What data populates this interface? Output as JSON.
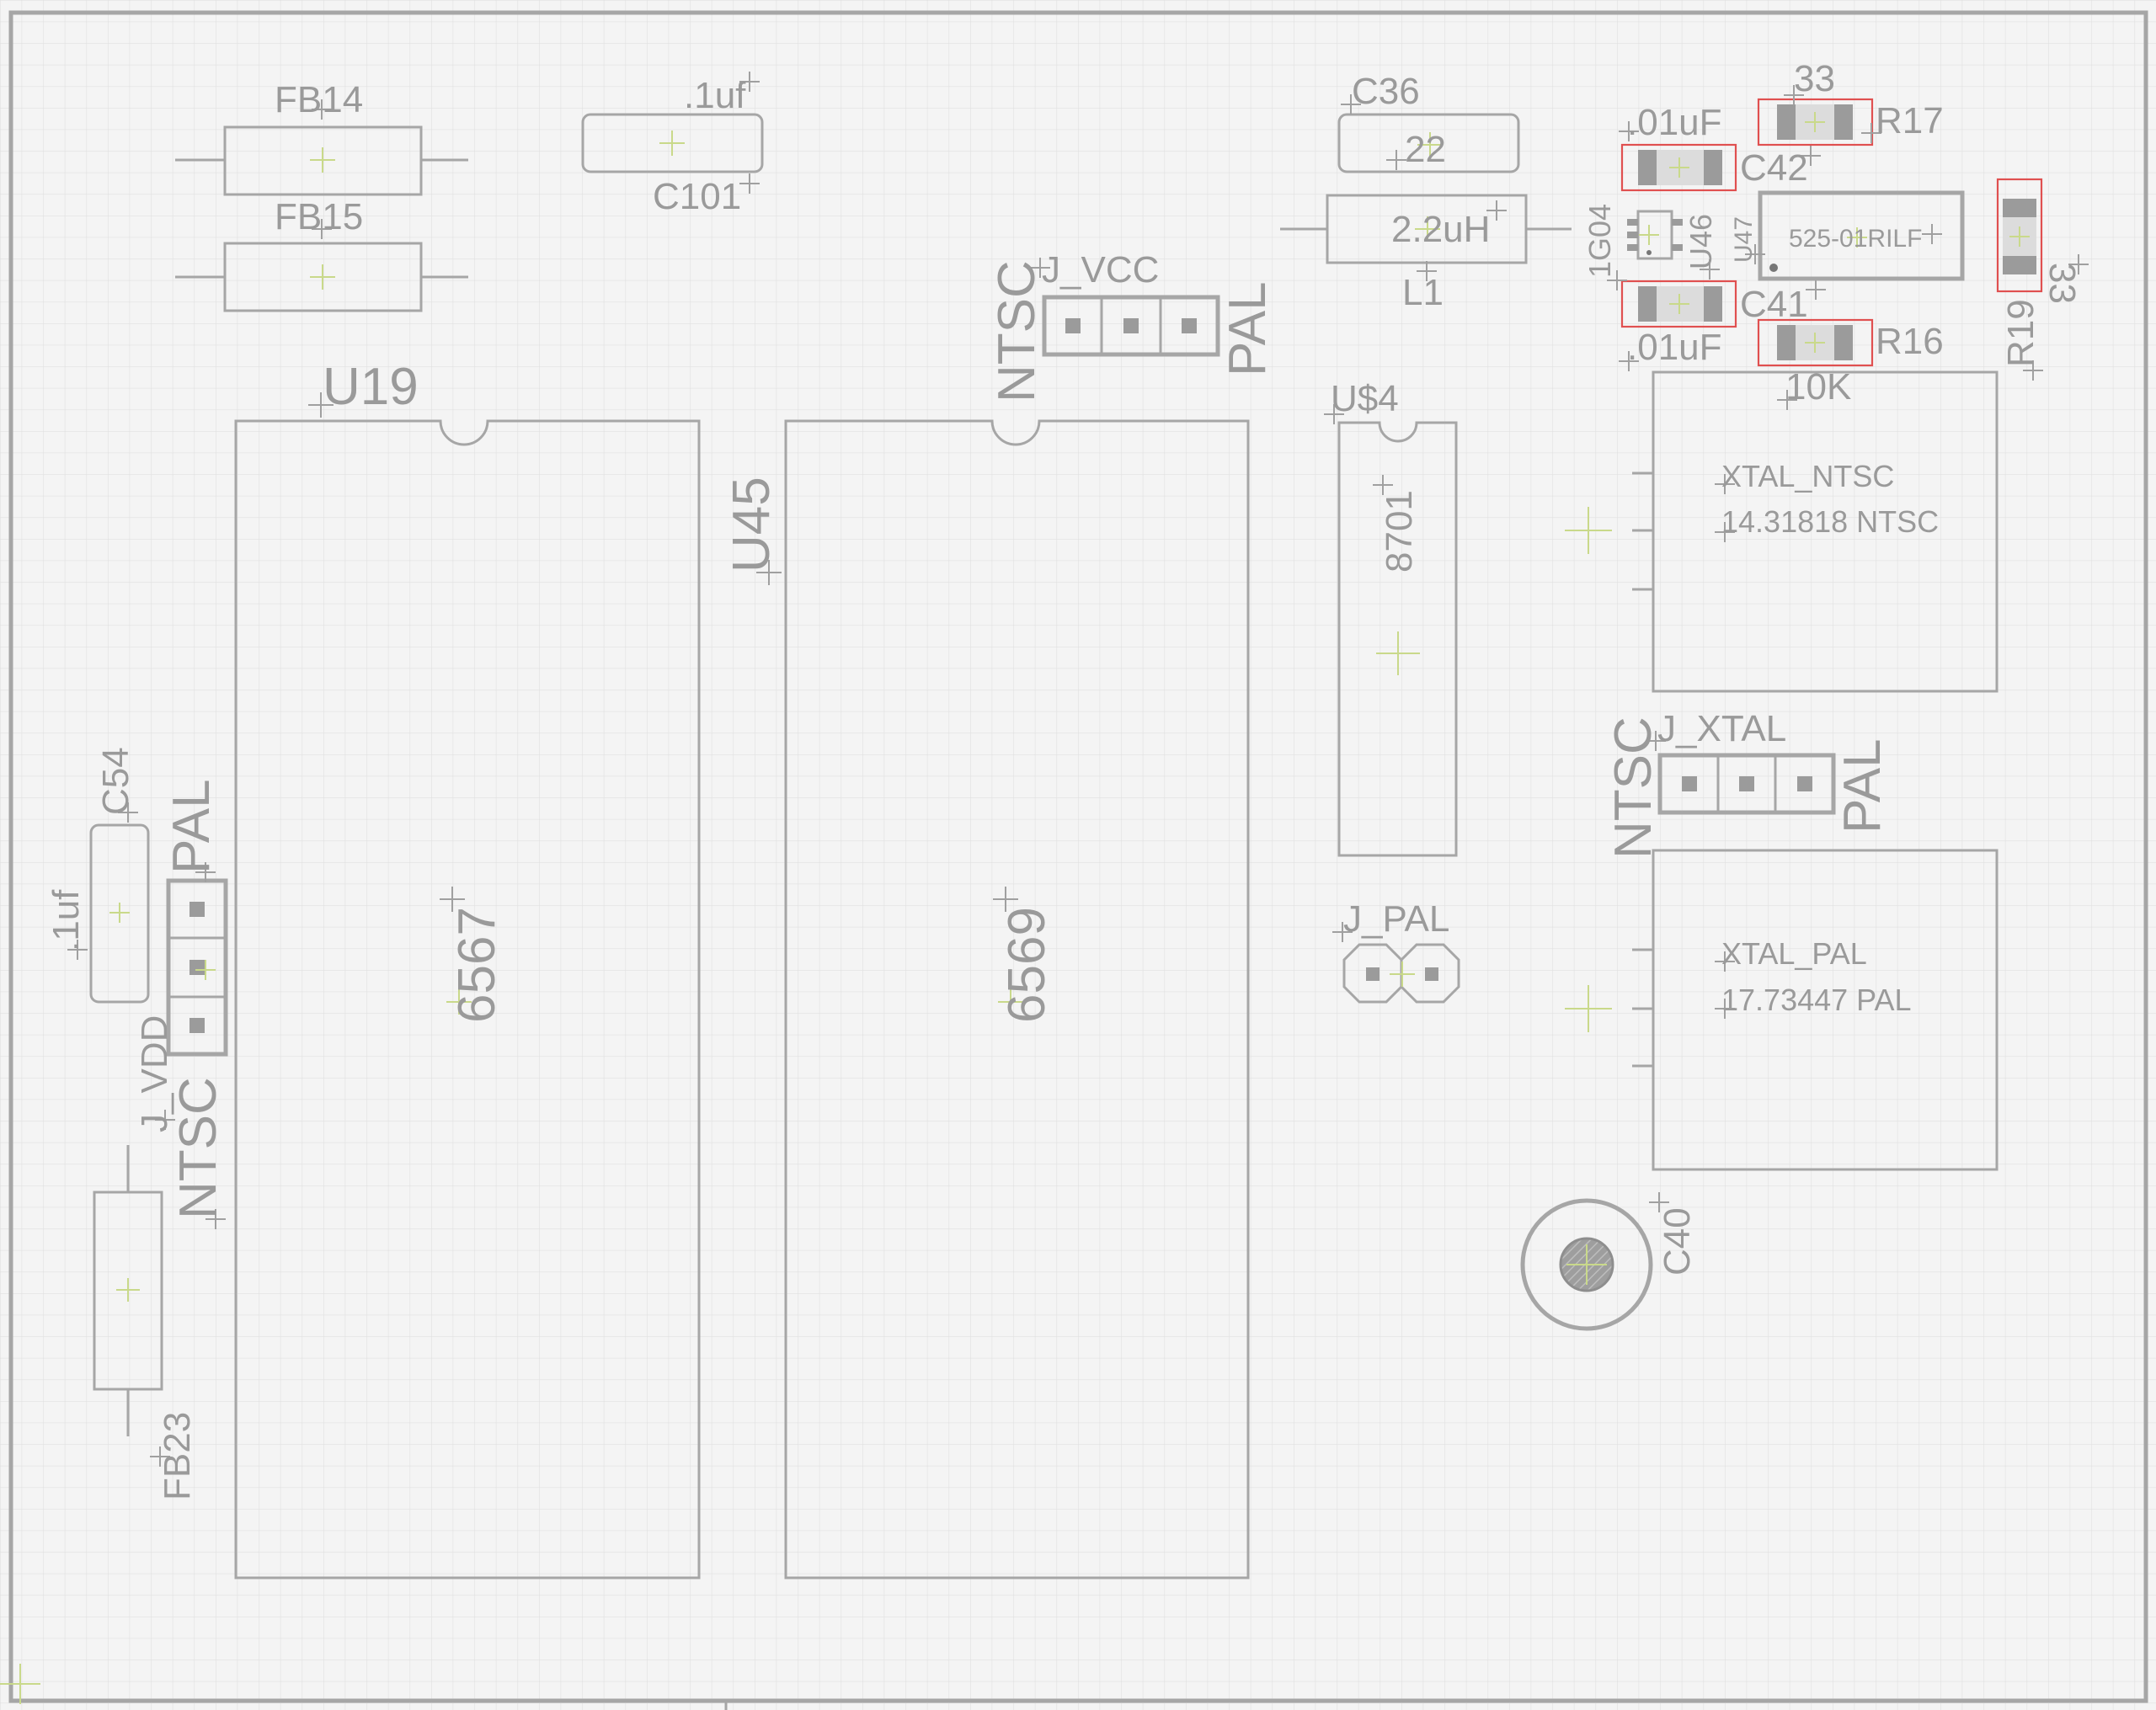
{
  "labels": {
    "fb14": "FB14",
    "fb15": "FB15",
    "c101_value": ".1uf",
    "c101": "C101",
    "c36": "C36",
    "c36_value": "22",
    "l1_value": "2.2uH",
    "l1": "L1",
    "u19": "U19",
    "u45": "U45",
    "u19_part": "6567",
    "u45_part": "6569",
    "j_vcc": "J_VCC",
    "ntsc_vcc": "NTSC",
    "pal_vcc": "PAL",
    "us4": "U$4",
    "us4_part": "8701",
    "j_pal": "J_PAL",
    "c42_value": ".01uF",
    "c42": "C42",
    "c41": "C41",
    "c41_value": ".01uF",
    "r17_value": "33",
    "r17": "R17",
    "r16": "R16",
    "r16_value": "10K",
    "r19": "R19",
    "r19_value": "33",
    "u46_part": "1G04",
    "u46": "U46",
    "u47": "U47",
    "u47_part": "525-01RILF",
    "xtal_ntsc": "XTAL_NTSC",
    "xtal_ntsc_value": "14.31818 NTSC",
    "j_xtal": "J_XTAL",
    "ntsc_xtal": "NTSC",
    "pal_xtal": "PAL",
    "xtal_pal": "XTAL_PAL",
    "xtal_pal_value": "17.73447 PAL",
    "c40": "C40",
    "c54": "C54",
    "c54_value": ".1uf",
    "pal_vdd": "PAL",
    "j_vdd": "J_VDD",
    "ntsc_vdd": "NTSC",
    "fb23": "FB23"
  },
  "colors": {
    "background": "#f4f4f4",
    "grid": "#e0e0e0",
    "outline": "#a6a6a6",
    "origin_marker": "#c9d98a",
    "courtyard_highlight": "#e05050"
  }
}
